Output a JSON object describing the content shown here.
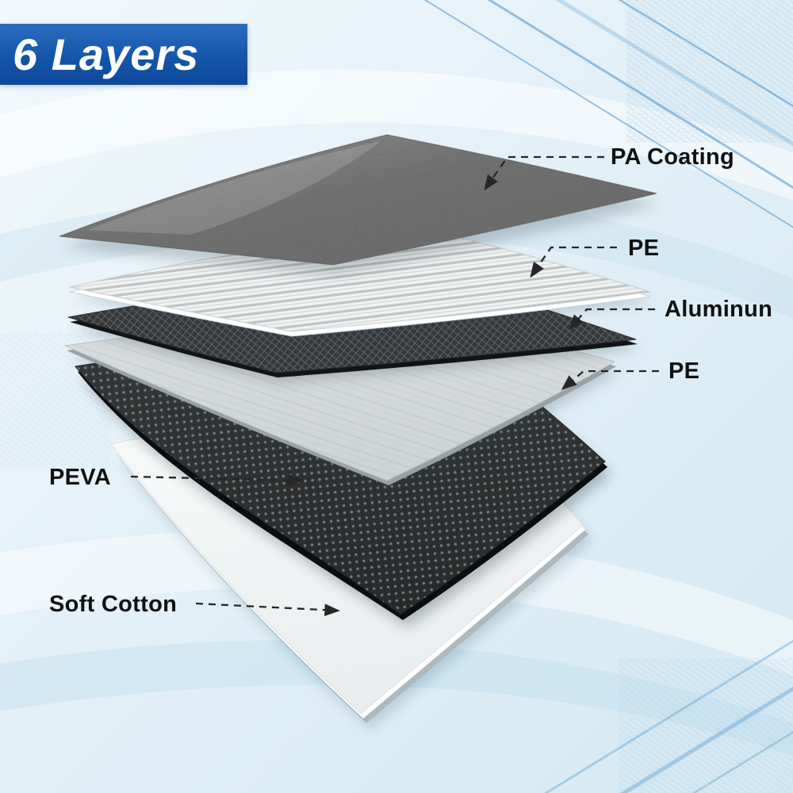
{
  "banner": {
    "title": "6 Layers"
  },
  "layers": [
    {
      "id": "pa-coating",
      "label": "PA Coating",
      "label_side": "right",
      "color": "#9a9a9a",
      "texture": "grain"
    },
    {
      "id": "pe-film-top",
      "label": "PE",
      "label_side": "right",
      "color": "#f1f2f2",
      "texture": "ribbed"
    },
    {
      "id": "aluminum-foil",
      "label": "Aluminun",
      "label_side": "right",
      "color": "#343739",
      "texture": "diamond-grid"
    },
    {
      "id": "pe-film-bottom",
      "label": "PE",
      "label_side": "right",
      "color": "#ced4d6",
      "texture": "smooth"
    },
    {
      "id": "peva",
      "label": "PEVA",
      "label_side": "left",
      "color": "#27292a",
      "texture": "perforated-dots"
    },
    {
      "id": "soft-cotton",
      "label": "Soft Cotton",
      "label_side": "left",
      "color": "#eef1f2",
      "texture": "fleece"
    }
  ],
  "colors": {
    "background": "#e3f0f8",
    "banner_blue": "#1456a8",
    "banner_text": "#ffffff",
    "label_text": "#111111",
    "leader_line": "#262626"
  }
}
